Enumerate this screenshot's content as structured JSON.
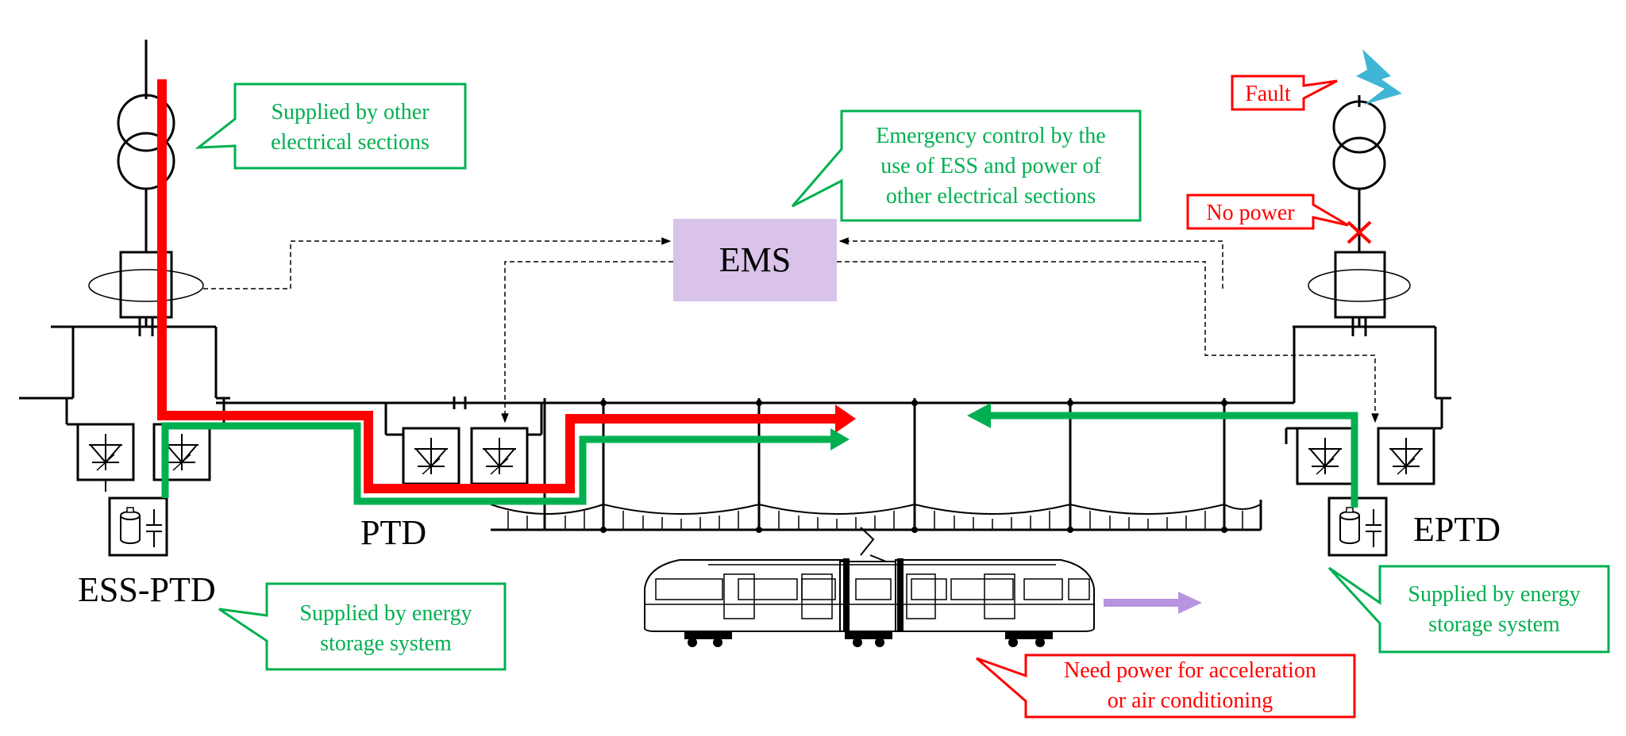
{
  "colors": {
    "supply_red": "#ff0000",
    "supply_green": "#00b050",
    "callout_green": "#00b050",
    "callout_red": "#ff0000",
    "ems_fill": "#d9c3e9",
    "fault_bolt": "#40b5d6",
    "direction_arrow": "#b894e0"
  },
  "labels": {
    "ems": "EMS",
    "ptd": "PTD",
    "ess_ptd": "ESS-PTD",
    "eptd": "EPTD"
  },
  "callouts": {
    "supplied_other": [
      "Supplied by other",
      "electrical sections"
    ],
    "emergency": [
      "Emergency control by the",
      "use of ESS and power of",
      "other electrical sections"
    ],
    "supplied_ess_left": [
      "Supplied by energy",
      "storage system"
    ],
    "supplied_ess_right": [
      "Supplied by energy",
      "storage system"
    ],
    "need_power": [
      "Need power for acceleration",
      "or air conditioning"
    ],
    "fault": "Fault",
    "no_power": "No power"
  },
  "icons": [
    "transformer-icon",
    "rectifier-icon",
    "battery-capacitor-icon",
    "lightning-bolt-icon",
    "fault-x-icon",
    "train-icon",
    "direction-arrow-icon"
  ]
}
